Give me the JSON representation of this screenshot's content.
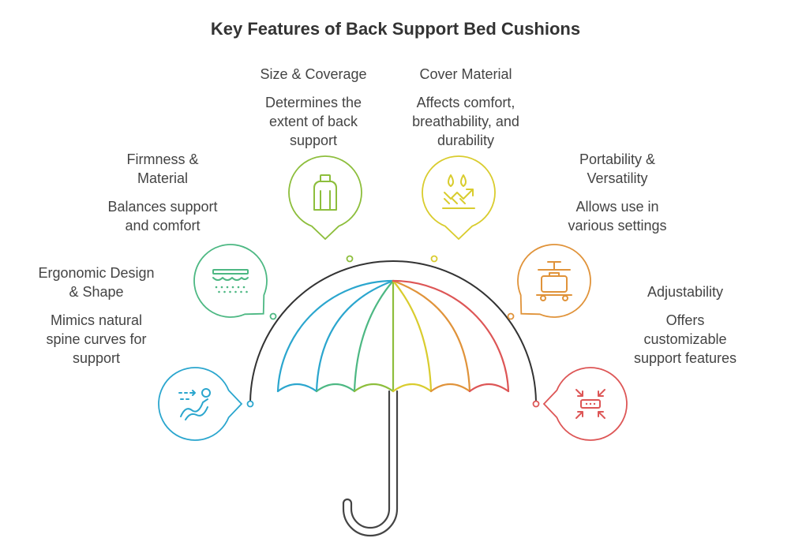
{
  "title": "Key Features of Back Support Bed Cushions",
  "features": [
    {
      "id": "ergonomic",
      "name": "Ergonomic Design\n& Shape",
      "description": "Mimics natural\nspine curves for\nsupport",
      "color": "#2BA6CE",
      "icon": "reclining-person-icon"
    },
    {
      "id": "firmness",
      "name": "Firmness &\nMaterial",
      "description": "Balances support\nand comfort",
      "color": "#4DB883",
      "icon": "foam-layer-icon"
    },
    {
      "id": "size",
      "name": "Size & Coverage",
      "description": "Determines the\nextent of back\nsupport",
      "color": "#8DBE3C",
      "icon": "cushion-icon"
    },
    {
      "id": "cover",
      "name": "Cover Material",
      "description": "Affects comfort,\nbreathability, and\ndurability",
      "color": "#D9CC2E",
      "icon": "water-drops-icon"
    },
    {
      "id": "portability",
      "name": "Portability &\nVersatility",
      "description": "Allows use in\nvarious settings",
      "color": "#E0933A",
      "icon": "luggage-cart-icon"
    },
    {
      "id": "adjustability",
      "name": "Adjustability",
      "description": "Offers\ncustomizable\nsupport features",
      "color": "#DD5656",
      "icon": "adjust-arrows-icon"
    }
  ]
}
